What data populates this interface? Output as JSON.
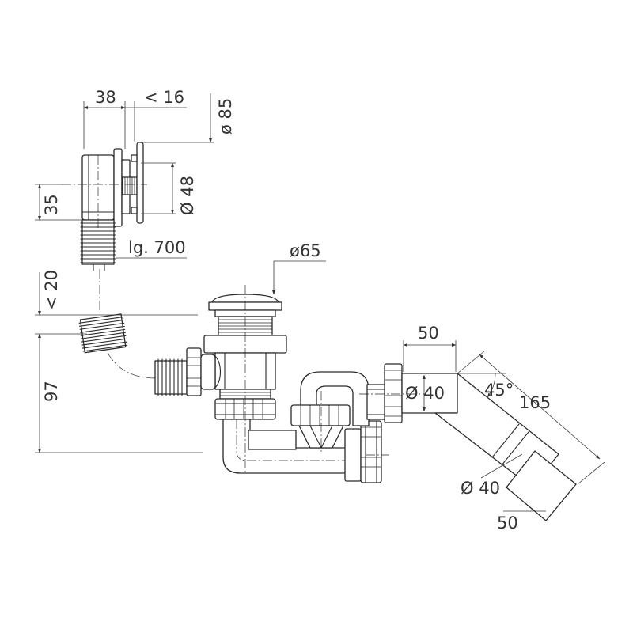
{
  "labels": {
    "width_38": "38",
    "gap_16": "< 16",
    "dia_85": "ø 85",
    "dia_48": "Ø 48",
    "height_35": "35",
    "hose_length": "lg. 700",
    "dia_65": "ø65",
    "height_20": "< 20",
    "height_97": "97",
    "width_50_top": "50",
    "dia_40_top": "Ø 40",
    "angle_45": "45°",
    "length_165": "165",
    "dia_40_bottom": "Ø 40",
    "width_50_bottom": "50"
  }
}
